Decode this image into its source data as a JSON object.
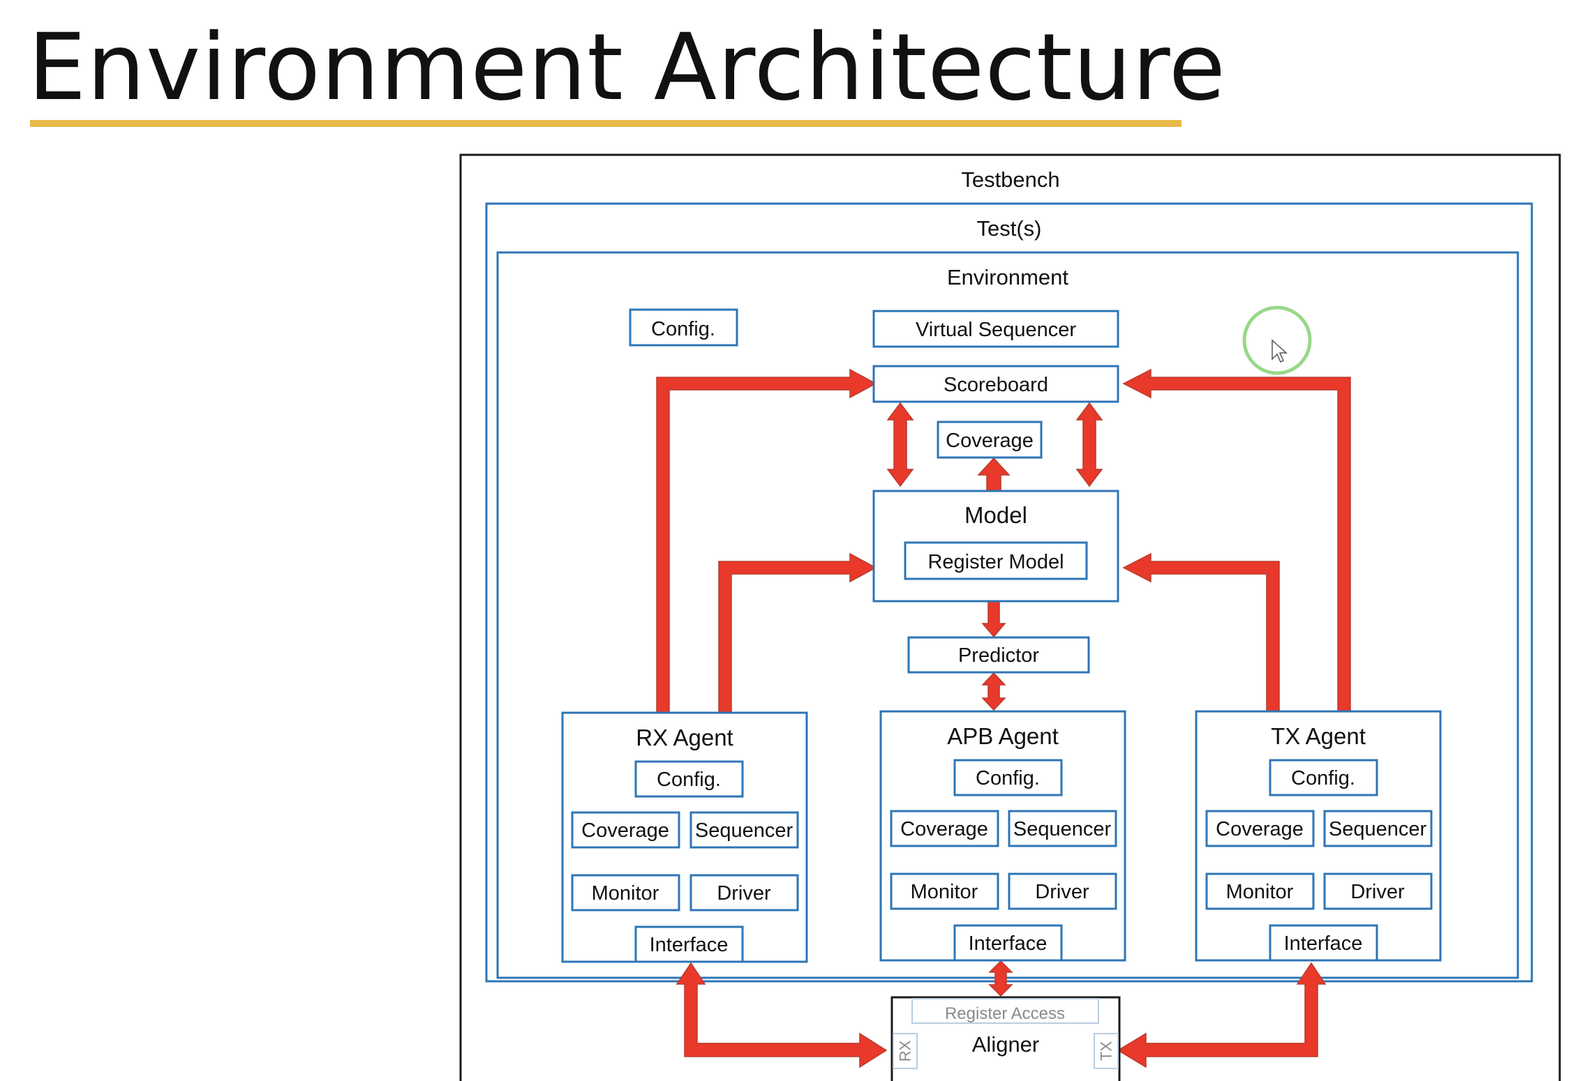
{
  "slide": {
    "title": "Environment Architecture",
    "accent_color": "#e8b94a"
  },
  "diagram": {
    "line_color": "#2e75b6",
    "arrow_color": "#e8392b",
    "testbench": "Testbench",
    "tests": "Test(s)",
    "environment": "Environment",
    "env_config": "Config.",
    "virtual_sequencer": "Virtual Sequencer",
    "scoreboard": "Scoreboard",
    "coverage": "Coverage",
    "model": "Model",
    "register_model": "Register Model",
    "predictor": "Predictor",
    "rx_agent": {
      "title": "RX Agent",
      "config": "Config.",
      "coverage": "Coverage",
      "sequencer": "Sequencer",
      "monitor": "Monitor",
      "driver": "Driver",
      "interface": "Interface"
    },
    "apb_agent": {
      "title": "APB Agent",
      "config": "Config.",
      "coverage": "Coverage",
      "sequencer": "Sequencer",
      "monitor": "Monitor",
      "driver": "Driver",
      "interface": "Interface"
    },
    "tx_agent": {
      "title": "TX Agent",
      "config": "Config.",
      "coverage": "Coverage",
      "sequencer": "Sequencer",
      "monitor": "Monitor",
      "driver": "Driver",
      "interface": "Interface"
    },
    "dut": {
      "name": "Aligner",
      "register_access": "Register Access",
      "rx_port": "RX",
      "tx_port": "TX"
    }
  },
  "cursor": {
    "icon": "mouse-pointer-icon"
  }
}
